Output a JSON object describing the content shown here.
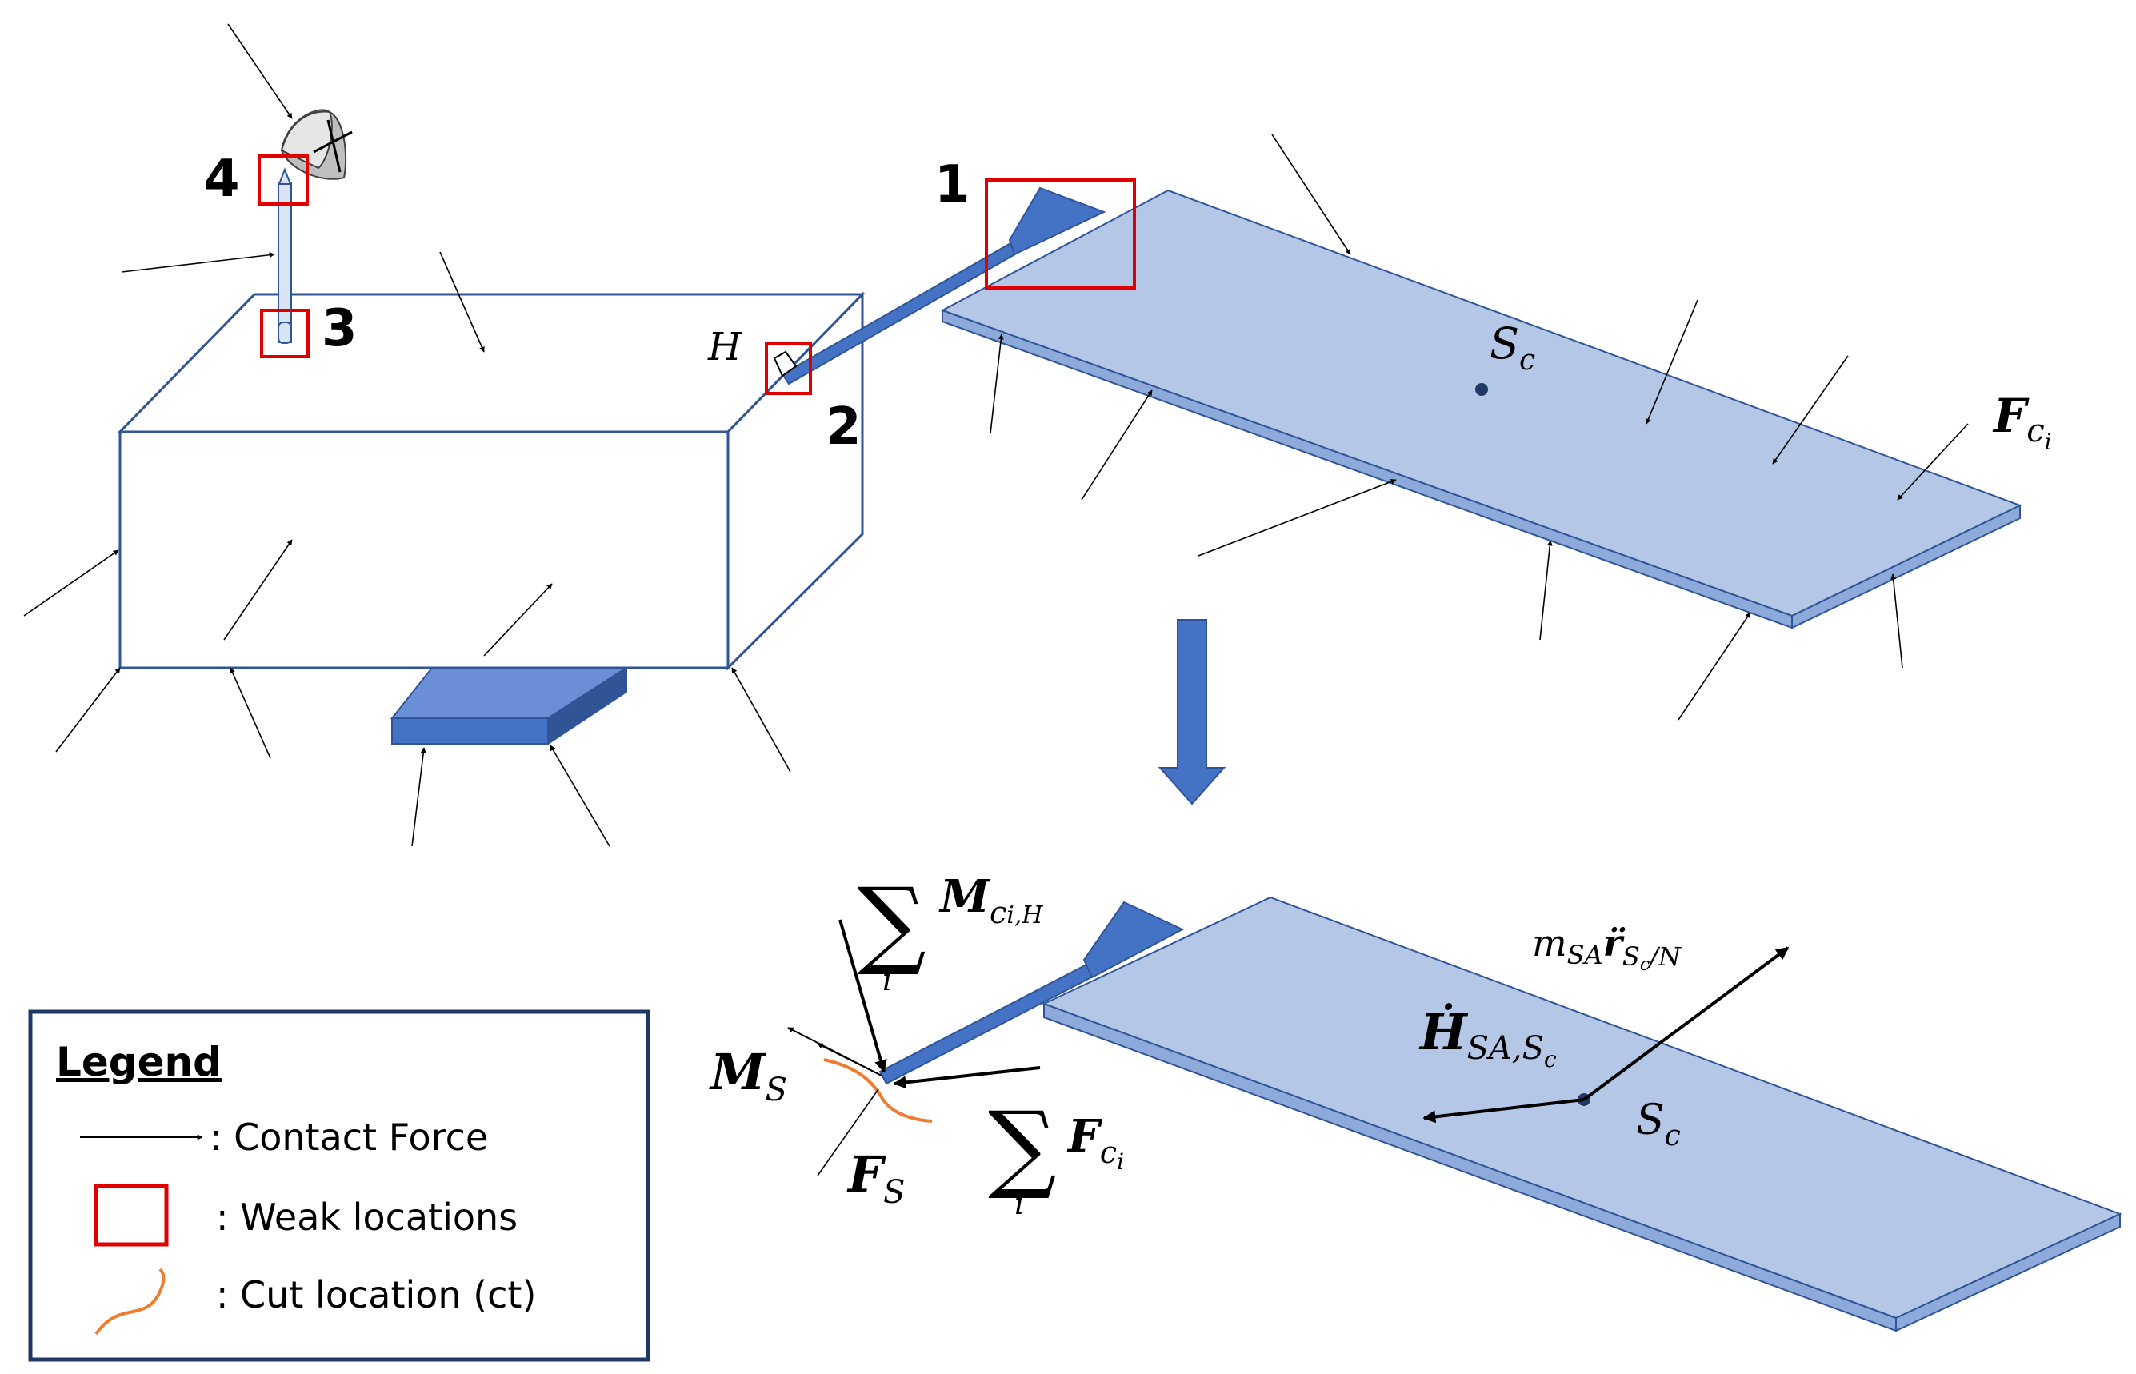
{
  "labels": {
    "n1": "1",
    "n2": "2",
    "n3": "3",
    "n4": "4",
    "H": "H",
    "S": "S",
    "c": "c",
    "F": "F",
    "i": "i",
    "sum": "∑",
    "M": "M",
    "ciH": "c",
    "iH": "i,H",
    "Ssub": "S",
    "m": "m",
    "SA": "SA",
    "r": "r̈",
    "ScN_S": "S",
    "ScN_c": "c",
    "ScN_N": "/N",
    "Hdot": "Ḣ",
    "SAS": "SA,S"
  },
  "legend": {
    "title": "Legend",
    "contact": ": Contact Force",
    "weak": ": Weak locations",
    "cut": ": Cut location (ct)"
  },
  "colors": {
    "body_stroke": "#2f5597",
    "panel_fill": "#b4c7e7",
    "boom_fill": "#4472c4",
    "weak_red": "#e00000",
    "cut_orange": "#ed7d31",
    "legend_border": "#1f3864"
  }
}
